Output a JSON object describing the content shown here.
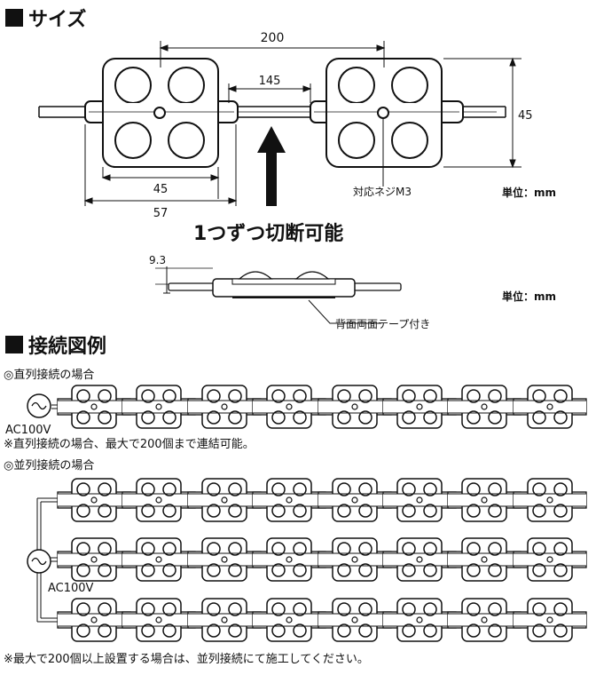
{
  "size_section": {
    "heading": "サイズ",
    "dim_200": "200",
    "dim_145": "145",
    "dim_45_h": "45",
    "dim_57": "57",
    "dim_45_v": "45",
    "screw_label": "対応ネジM3",
    "unit_1": "単位：mm",
    "cut_caption": "1つずつ切断可能",
    "dim_9_3": "9.3",
    "unit_2": "単位：mm",
    "tape_label": "背面両面テープ付き"
  },
  "wiring_section": {
    "heading": "接続図例",
    "series_title": "◎直列接続の場合",
    "series_ac": "AC100V",
    "series_note": "※直列接続の場合、最大で200個まで連結可能。",
    "parallel_title": "◎並列接続の場合",
    "parallel_ac": "AC100V",
    "bottom_note": "※最大で200個以上設置する場合は、並列接続にて施工してください。"
  },
  "colors": {
    "line": "#111111",
    "bg": "#ffffff"
  }
}
